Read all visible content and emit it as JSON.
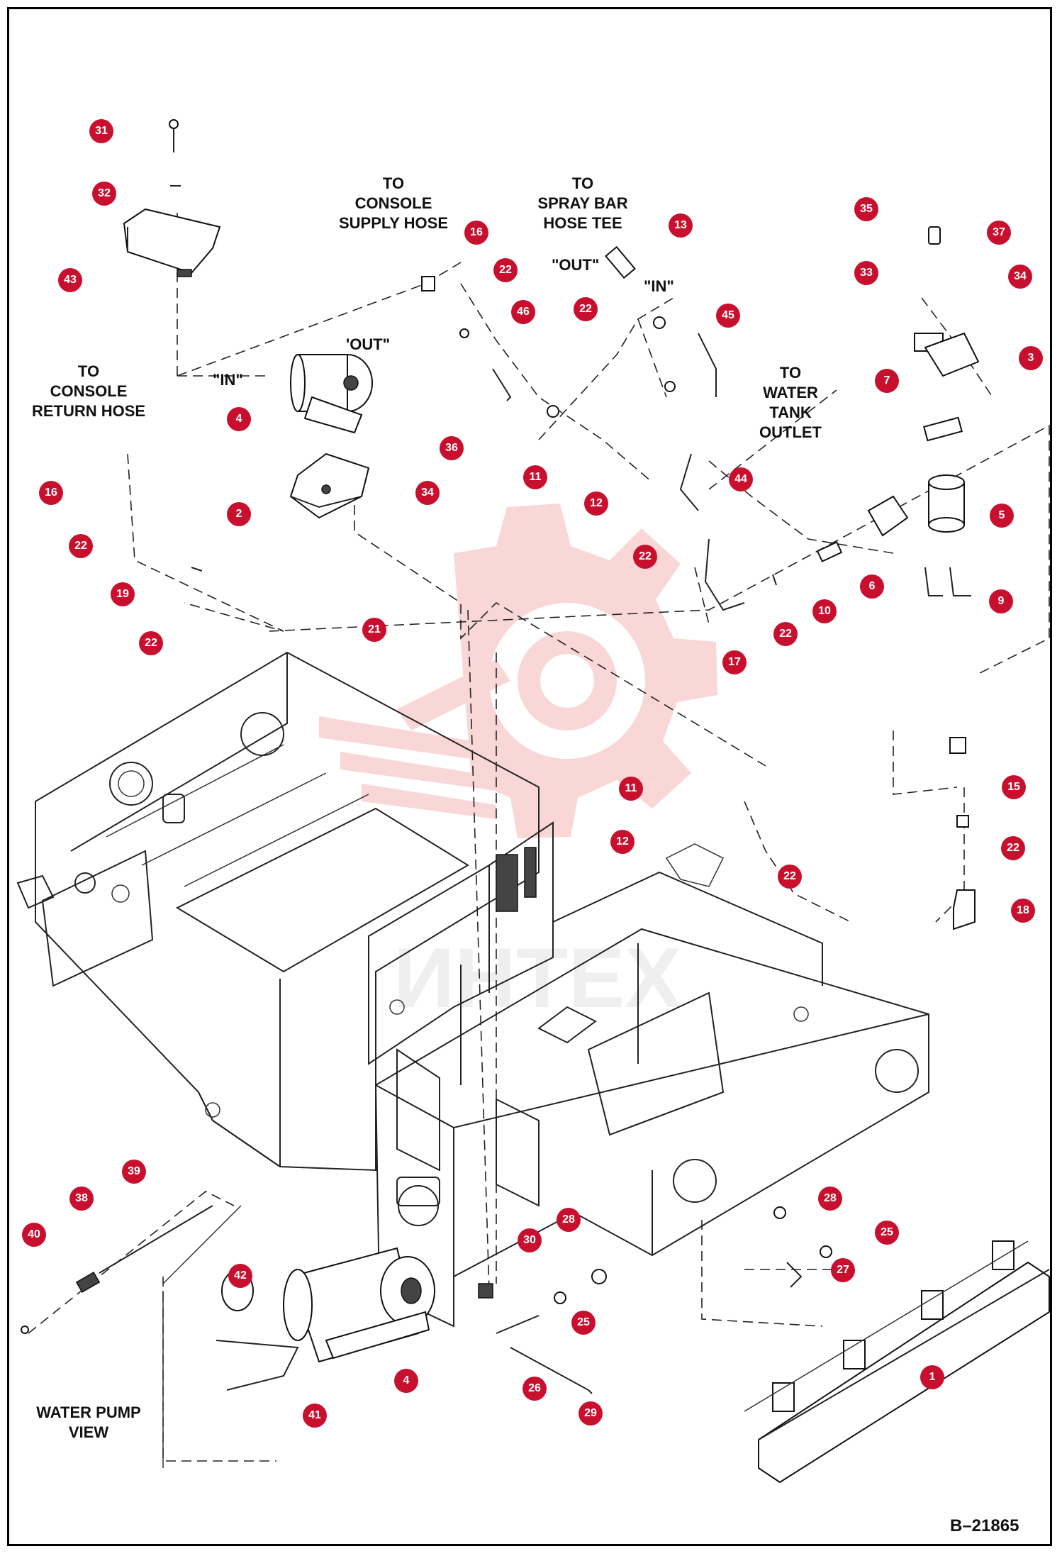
{
  "figure": {
    "drawing_number": "B–21865",
    "watermark": {
      "text": "ИНТЕХ",
      "color": "#f4a3a3"
    },
    "callout_color": "#c8102e"
  },
  "annotations": {
    "console_supply": "TO\nCONSOLE\nSUPPLY HOSE",
    "spray_bar": "TO\nSPRAY BAR\nHOSE TEE",
    "console_return": "TO\nCONSOLE\nRETURN HOSE",
    "water_tank": "TO\nWATER\nTANK\nOUTLET",
    "out_left": "'OUT\"",
    "in_left": "\"IN\"",
    "out_right": "\"OUT\"",
    "in_right": "\"IN\"",
    "water_pump_view": "WATER PUMP\nVIEW"
  },
  "callouts": [
    {
      "id": "c31",
      "n": "31"
    },
    {
      "id": "c32",
      "n": "32"
    },
    {
      "id": "c43",
      "n": "43"
    },
    {
      "id": "c16a",
      "n": "16"
    },
    {
      "id": "c22a",
      "n": "22"
    },
    {
      "id": "c13",
      "n": "13"
    },
    {
      "id": "c35",
      "n": "35"
    },
    {
      "id": "c37",
      "n": "37"
    },
    {
      "id": "c33",
      "n": "33"
    },
    {
      "id": "c34a",
      "n": "34"
    },
    {
      "id": "c46",
      "n": "46"
    },
    {
      "id": "c22b",
      "n": "22"
    },
    {
      "id": "c45",
      "n": "45"
    },
    {
      "id": "c3",
      "n": "3"
    },
    {
      "id": "c4a",
      "n": "4"
    },
    {
      "id": "c36",
      "n": "36"
    },
    {
      "id": "c7",
      "n": "7"
    },
    {
      "id": "c16b",
      "n": "16"
    },
    {
      "id": "c34b",
      "n": "34"
    },
    {
      "id": "c11a",
      "n": "11"
    },
    {
      "id": "c44",
      "n": "44"
    },
    {
      "id": "c2",
      "n": "2"
    },
    {
      "id": "c12a",
      "n": "12"
    },
    {
      "id": "c5",
      "n": "5"
    },
    {
      "id": "c22c",
      "n": "22"
    },
    {
      "id": "c22d",
      "n": "22"
    },
    {
      "id": "c6",
      "n": "6"
    },
    {
      "id": "c19",
      "n": "19"
    },
    {
      "id": "c9",
      "n": "9"
    },
    {
      "id": "c10",
      "n": "10"
    },
    {
      "id": "c22e",
      "n": "22"
    },
    {
      "id": "c22f",
      "n": "22"
    },
    {
      "id": "c21",
      "n": "21"
    },
    {
      "id": "c17",
      "n": "17"
    },
    {
      "id": "c11b",
      "n": "11"
    },
    {
      "id": "c15",
      "n": "15"
    },
    {
      "id": "c12b",
      "n": "12"
    },
    {
      "id": "c22g",
      "n": "22"
    },
    {
      "id": "c22h",
      "n": "22"
    },
    {
      "id": "c18",
      "n": "18"
    },
    {
      "id": "c39",
      "n": "39"
    },
    {
      "id": "c28a",
      "n": "28"
    },
    {
      "id": "c38",
      "n": "38"
    },
    {
      "id": "c28b",
      "n": "28"
    },
    {
      "id": "c25a",
      "n": "25"
    },
    {
      "id": "c40",
      "n": "40"
    },
    {
      "id": "c30",
      "n": "30"
    },
    {
      "id": "c27",
      "n": "27"
    },
    {
      "id": "c42",
      "n": "42"
    },
    {
      "id": "c25b",
      "n": "25"
    },
    {
      "id": "c4b",
      "n": "4"
    },
    {
      "id": "c1",
      "n": "1"
    },
    {
      "id": "c26",
      "n": "26"
    },
    {
      "id": "c41",
      "n": "41"
    },
    {
      "id": "c29",
      "n": "29"
    }
  ]
}
